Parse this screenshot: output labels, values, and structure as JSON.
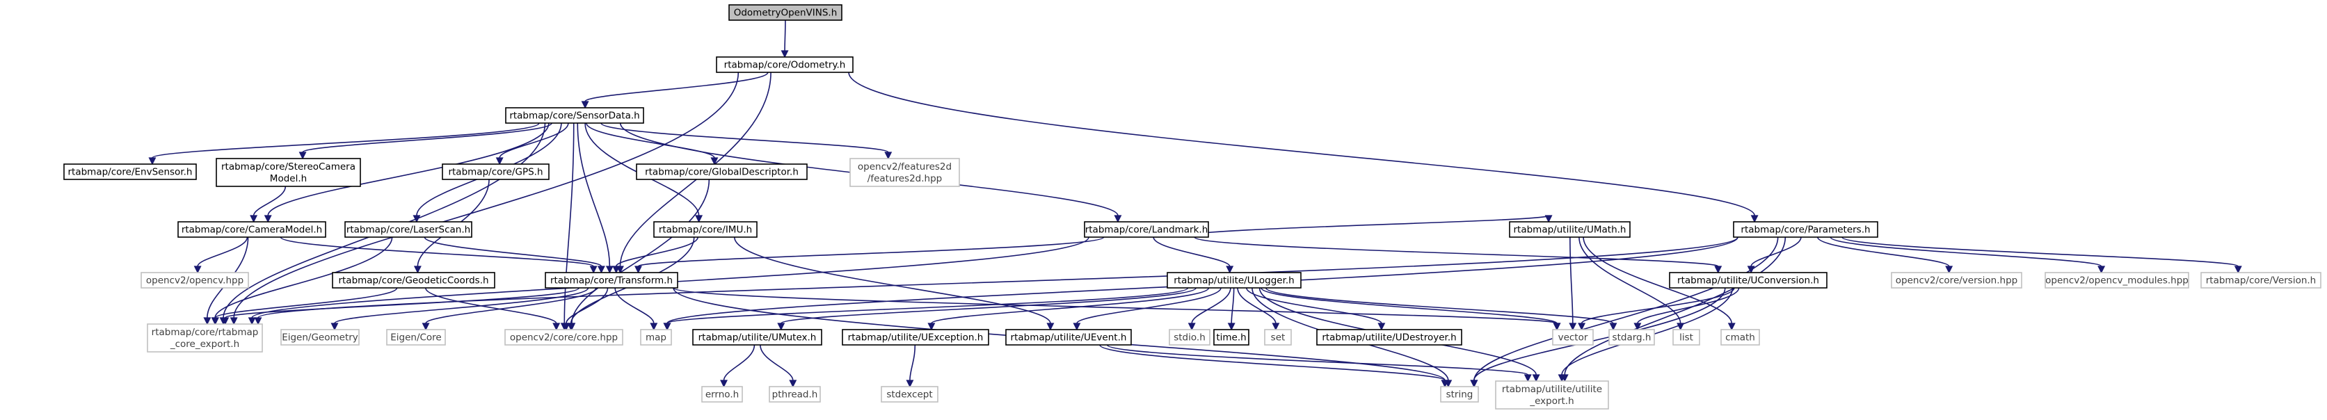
{
  "colors": {
    "edge": "#191970",
    "root_fill": "#bfbfbf",
    "node_stroke": "#000000",
    "external_stroke": "#bfbfbf",
    "external_text": "#404040",
    "text": "#000000"
  },
  "nodes": [
    {
      "id": "odometry_openvins",
      "lines": [
        "OdometryOpenVINS.h"
      ],
      "kind": "root"
    },
    {
      "id": "odometry",
      "lines": [
        "rtabmap/core/Odometry.h"
      ],
      "kind": "internal"
    },
    {
      "id": "sensordata",
      "lines": [
        "rtabmap/core/SensorData.h"
      ],
      "kind": "internal"
    },
    {
      "id": "parameters",
      "lines": [
        "rtabmap/core/Parameters.h"
      ],
      "kind": "internal"
    },
    {
      "id": "envsensor",
      "lines": [
        "rtabmap/core/EnvSensor.h"
      ],
      "kind": "internal"
    },
    {
      "id": "stereocamera",
      "lines": [
        "rtabmap/core/StereoCamera",
        "Model.h"
      ],
      "kind": "internal"
    },
    {
      "id": "gps",
      "lines": [
        "rtabmap/core/GPS.h"
      ],
      "kind": "internal"
    },
    {
      "id": "globaldescriptor",
      "lines": [
        "rtabmap/core/GlobalDescriptor.h"
      ],
      "kind": "internal"
    },
    {
      "id": "features2d",
      "lines": [
        "opencv2/features2d",
        "/features2d.hpp"
      ],
      "kind": "external"
    },
    {
      "id": "cameramodel",
      "lines": [
        "rtabmap/core/CameraModel.h"
      ],
      "kind": "internal"
    },
    {
      "id": "laserscan",
      "lines": [
        "rtabmap/core/LaserScan.h"
      ],
      "kind": "internal"
    },
    {
      "id": "imu",
      "lines": [
        "rtabmap/core/IMU.h"
      ],
      "kind": "internal"
    },
    {
      "id": "landmark",
      "lines": [
        "rtabmap/core/Landmark.h"
      ],
      "kind": "internal"
    },
    {
      "id": "opencv_hpp",
      "lines": [
        "opencv2/opencv.hpp"
      ],
      "kind": "external"
    },
    {
      "id": "geodetic",
      "lines": [
        "rtabmap/core/GeodeticCoords.h"
      ],
      "kind": "internal"
    },
    {
      "id": "transform",
      "lines": [
        "rtabmap/core/Transform.h"
      ],
      "kind": "internal"
    },
    {
      "id": "ulogger",
      "lines": [
        "rtabmap/utilite/ULogger.h"
      ],
      "kind": "internal"
    },
    {
      "id": "umath",
      "lines": [
        "rtabmap/utilite/UMath.h"
      ],
      "kind": "internal"
    },
    {
      "id": "uconversion",
      "lines": [
        "rtabmap/utilite/UConversion.h"
      ],
      "kind": "internal"
    },
    {
      "id": "version_hpp",
      "lines": [
        "opencv2/core/version.hpp"
      ],
      "kind": "external"
    },
    {
      "id": "opencv_modules",
      "lines": [
        "opencv2/opencv_modules.hpp"
      ],
      "kind": "external"
    },
    {
      "id": "rtab_version",
      "lines": [
        "rtabmap/core/Version.h"
      ],
      "kind": "external"
    },
    {
      "id": "core_export",
      "lines": [
        "rtabmap/core/rtabmap",
        "_core_export.h"
      ],
      "kind": "external"
    },
    {
      "id": "eigen_geometry",
      "lines": [
        "Eigen/Geometry"
      ],
      "kind": "external"
    },
    {
      "id": "eigen_core",
      "lines": [
        "Eigen/Core"
      ],
      "kind": "external"
    },
    {
      "id": "core_hpp",
      "lines": [
        "opencv2/core/core.hpp"
      ],
      "kind": "external"
    },
    {
      "id": "map",
      "lines": [
        "map"
      ],
      "kind": "external"
    },
    {
      "id": "umutex",
      "lines": [
        "rtabmap/utilite/UMutex.h"
      ],
      "kind": "internal"
    },
    {
      "id": "uexception",
      "lines": [
        "rtabmap/utilite/UException.h"
      ],
      "kind": "internal"
    },
    {
      "id": "uevent",
      "lines": [
        "rtabmap/utilite/UEvent.h"
      ],
      "kind": "internal"
    },
    {
      "id": "stdio",
      "lines": [
        "stdio.h"
      ],
      "kind": "external"
    },
    {
      "id": "time",
      "lines": [
        "time.h"
      ],
      "kind": "internal"
    },
    {
      "id": "set",
      "lines": [
        "set"
      ],
      "kind": "external"
    },
    {
      "id": "udestroyer",
      "lines": [
        "rtabmap/utilite/UDestroyer.h"
      ],
      "kind": "internal"
    },
    {
      "id": "vector",
      "lines": [
        "vector"
      ],
      "kind": "external"
    },
    {
      "id": "stdarg",
      "lines": [
        "stdarg.h"
      ],
      "kind": "external"
    },
    {
      "id": "list",
      "lines": [
        "list"
      ],
      "kind": "external"
    },
    {
      "id": "cmath",
      "lines": [
        "cmath"
      ],
      "kind": "external"
    },
    {
      "id": "errno",
      "lines": [
        "errno.h"
      ],
      "kind": "external"
    },
    {
      "id": "pthread",
      "lines": [
        "pthread.h"
      ],
      "kind": "external"
    },
    {
      "id": "stdexcept",
      "lines": [
        "stdexcept"
      ],
      "kind": "external"
    },
    {
      "id": "string",
      "lines": [
        "string"
      ],
      "kind": "external"
    },
    {
      "id": "utilite_export",
      "lines": [
        "rtabmap/utilite/utilite",
        "_export.h"
      ],
      "kind": "external"
    }
  ],
  "edges": [
    [
      "odometry_openvins",
      "odometry"
    ],
    [
      "odometry",
      "sensordata"
    ],
    [
      "odometry",
      "parameters"
    ],
    [
      "odometry",
      "core_export"
    ],
    [
      "odometry",
      "transform"
    ],
    [
      "sensordata",
      "envsensor"
    ],
    [
      "sensordata",
      "stereocamera"
    ],
    [
      "sensordata",
      "cameramodel"
    ],
    [
      "sensordata",
      "laserscan"
    ],
    [
      "sensordata",
      "gps"
    ],
    [
      "sensordata",
      "imu"
    ],
    [
      "sensordata",
      "globaldescriptor"
    ],
    [
      "sensordata",
      "features2d"
    ],
    [
      "sensordata",
      "landmark"
    ],
    [
      "sensordata",
      "transform"
    ],
    [
      "sensordata",
      "core_export"
    ],
    [
      "sensordata",
      "core_hpp"
    ],
    [
      "stereocamera",
      "cameramodel"
    ],
    [
      "cameramodel",
      "opencv_hpp"
    ],
    [
      "cameramodel",
      "transform"
    ],
    [
      "cameramodel",
      "core_export"
    ],
    [
      "gps",
      "geodetic"
    ],
    [
      "laserscan",
      "transform"
    ],
    [
      "laserscan",
      "core_export"
    ],
    [
      "globaldescriptor",
      "core_hpp"
    ],
    [
      "imu",
      "transform"
    ],
    [
      "imu",
      "core_hpp"
    ],
    [
      "imu",
      "uevent"
    ],
    [
      "landmark",
      "transform"
    ],
    [
      "landmark",
      "core_export"
    ],
    [
      "landmark",
      "ulogger"
    ],
    [
      "landmark",
      "umath"
    ],
    [
      "landmark",
      "uconversion"
    ],
    [
      "geodetic",
      "core_export"
    ],
    [
      "geodetic",
      "core_hpp"
    ],
    [
      "transform",
      "core_export"
    ],
    [
      "transform",
      "eigen_geometry"
    ],
    [
      "transform",
      "eigen_core"
    ],
    [
      "transform",
      "core_hpp"
    ],
    [
      "transform",
      "map"
    ],
    [
      "transform",
      "string"
    ],
    [
      "transform",
      "vector"
    ],
    [
      "parameters",
      "core_export"
    ],
    [
      "parameters",
      "uconversion"
    ],
    [
      "parameters",
      "version_hpp"
    ],
    [
      "parameters",
      "opencv_modules"
    ],
    [
      "parameters",
      "rtab_version"
    ],
    [
      "parameters",
      "map"
    ],
    [
      "parameters",
      "string"
    ],
    [
      "parameters",
      "utilite_export"
    ],
    [
      "ulogger",
      "umutex"
    ],
    [
      "ulogger",
      "uexception"
    ],
    [
      "ulogger",
      "uevent"
    ],
    [
      "ulogger",
      "stdio"
    ],
    [
      "ulogger",
      "time"
    ],
    [
      "ulogger",
      "set"
    ],
    [
      "ulogger",
      "udestroyer"
    ],
    [
      "ulogger",
      "vector"
    ],
    [
      "ulogger",
      "stdarg"
    ],
    [
      "ulogger",
      "string"
    ],
    [
      "ulogger",
      "utilite_export"
    ],
    [
      "ulogger",
      "map"
    ],
    [
      "umath",
      "vector"
    ],
    [
      "umath",
      "list"
    ],
    [
      "umath",
      "cmath"
    ],
    [
      "uconversion",
      "vector"
    ],
    [
      "uconversion",
      "stdarg"
    ],
    [
      "uconversion",
      "string"
    ],
    [
      "uconversion",
      "utilite_export"
    ],
    [
      "umutex",
      "errno"
    ],
    [
      "umutex",
      "pthread"
    ],
    [
      "uexception",
      "stdexcept"
    ],
    [
      "uevent",
      "string"
    ],
    [
      "uevent",
      "utilite_export"
    ]
  ]
}
